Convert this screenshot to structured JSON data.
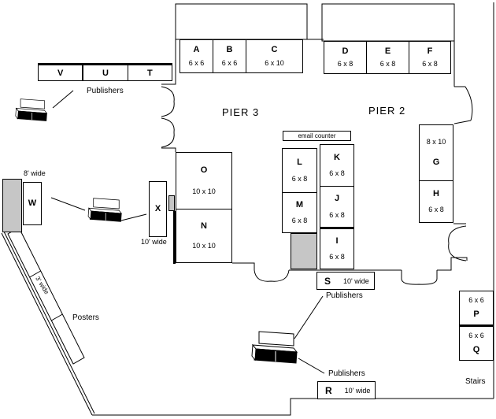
{
  "colors": {
    "line": "#000000",
    "grey_block": "#c6c6c6",
    "background": "#ffffff"
  },
  "piers": {
    "pier3": "PIER 3",
    "pier2": "PIER 2"
  },
  "booths": {
    "A": {
      "letter": "A",
      "dim": "6 x 6"
    },
    "B": {
      "letter": "B",
      "dim": "6 x 6"
    },
    "C": {
      "letter": "C",
      "dim": "6 x 10"
    },
    "D": {
      "letter": "D",
      "dim": "6 x 8"
    },
    "E": {
      "letter": "E",
      "dim": "6 x 8"
    },
    "F": {
      "letter": "F",
      "dim": "6 x 8"
    },
    "G": {
      "letter": "G",
      "dim": "8 x 10"
    },
    "H": {
      "letter": "H",
      "dim": "6 x 8"
    },
    "I": {
      "letter": "I",
      "dim": "6 x 8"
    },
    "J": {
      "letter": "J",
      "dim": "6 x 8"
    },
    "K": {
      "letter": "K",
      "dim": "6 x 8"
    },
    "L": {
      "letter": "L",
      "dim": "6 x 8"
    },
    "M": {
      "letter": "M",
      "dim": "6 x 8"
    },
    "N": {
      "letter": "N",
      "dim": "10 x 10"
    },
    "O": {
      "letter": "O",
      "dim": "10 x 10"
    },
    "P": {
      "letter": "P",
      "dim": "6 x 6"
    },
    "Q": {
      "letter": "Q",
      "dim": "6 x 6"
    },
    "W": {
      "letter": "W"
    },
    "X": {
      "letter": "X"
    }
  },
  "tables": {
    "vut": {
      "cells": [
        "V",
        "U",
        "T"
      ]
    },
    "s": {
      "letter": "S",
      "width_label": "10' wide"
    },
    "r": {
      "letter": "R",
      "width_label": "10' wide"
    }
  },
  "labels": {
    "publishers": "Publishers",
    "email_counter": "email counter",
    "posters": "Posters",
    "stairs": "Stairs",
    "wide_8": "8' wide",
    "wide_10": "10' wide",
    "wide_3": "3' wide"
  }
}
